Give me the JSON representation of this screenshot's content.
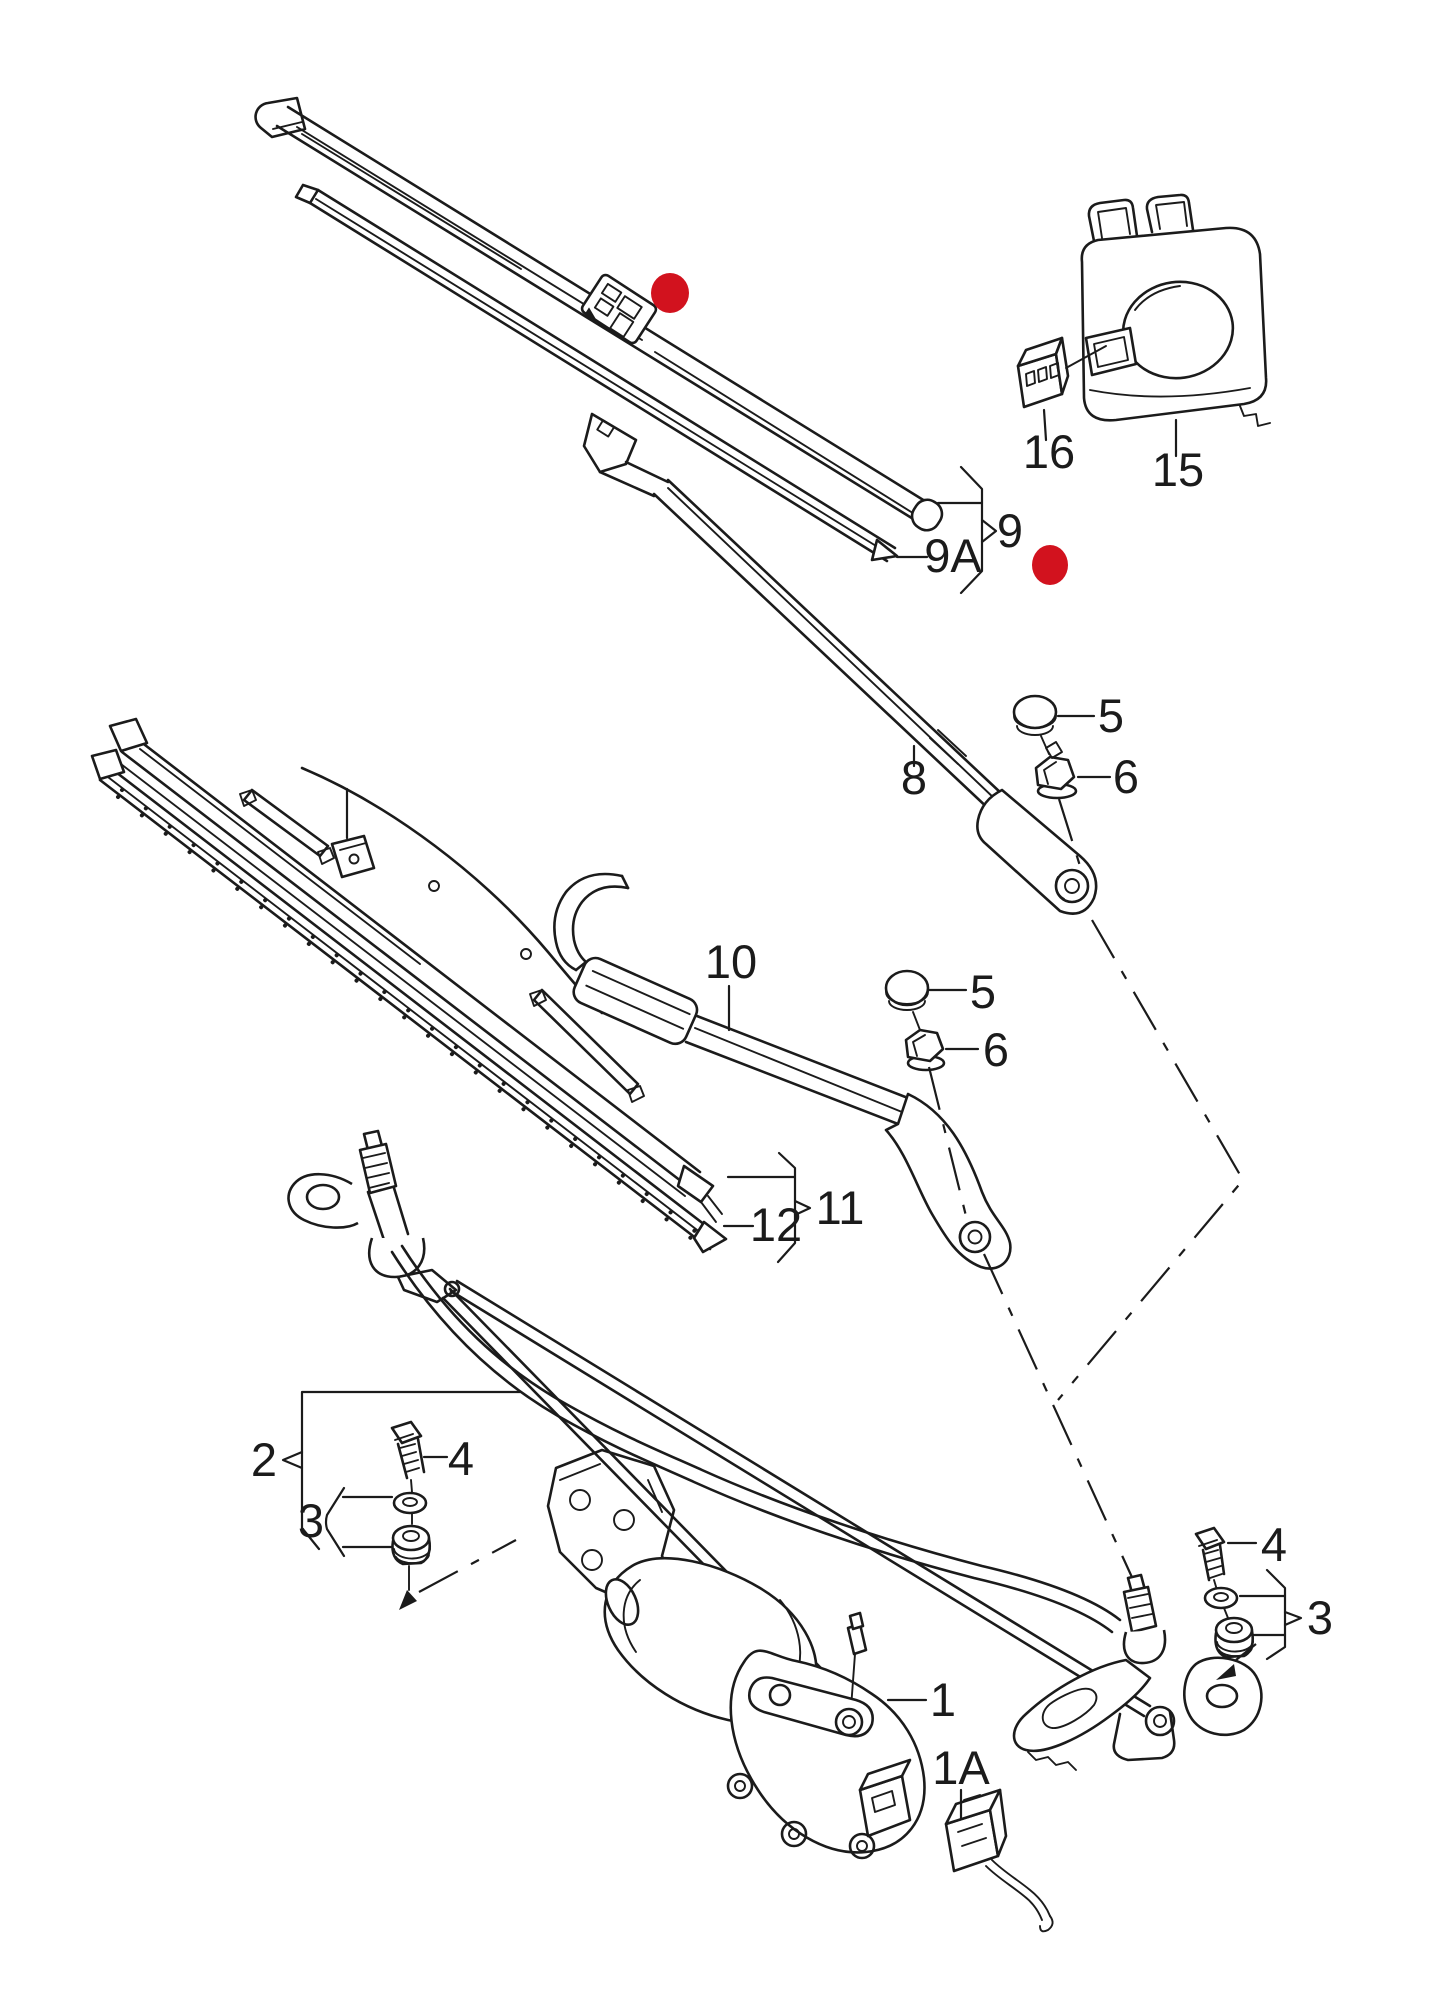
{
  "diagram": {
    "kind": "exploded-parts-line-drawing",
    "subject": "windscreen wiper blades, wiper arms, linkage frame, wiper motor and rain sensor",
    "background_color": "#ffffff",
    "line_color": "#1b1b1b",
    "marker_color": "#d2121e"
  },
  "callouts": {
    "motor": "1",
    "motor_connector": "1A",
    "frame": "2",
    "washers_left": "3",
    "bolt_left": "4",
    "washers_right": "3",
    "bolt_right": "4",
    "cap_upper": "5",
    "nut_upper": "6",
    "cap_lower": "5",
    "nut_lower": "6",
    "arm_driver": "8",
    "blade_assembly_flat": "9",
    "blade_rubber_flat": "9A",
    "arm_passenger": "10",
    "blade_assembly_conventional": "11",
    "blade_rubber_conventional": "12",
    "rain_sensor": "15",
    "sensor_connector": "16"
  },
  "markers": {
    "dot_on_blade": "red-dot",
    "dot_near_bracket": "red-dot"
  }
}
